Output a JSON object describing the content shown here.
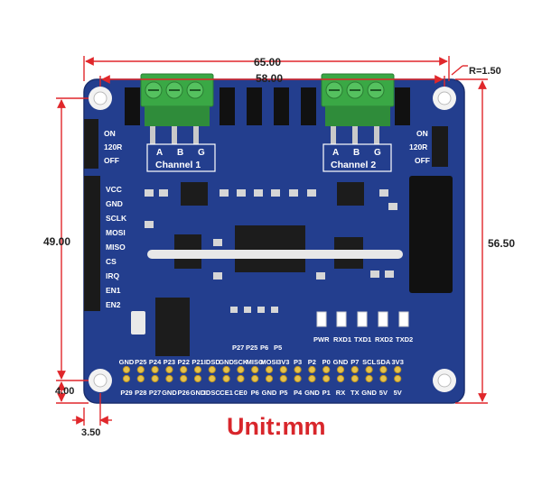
{
  "title": "Board dimension drawing",
  "colors": {
    "board": "#233e8e",
    "dimension_line": "#e0272b",
    "unit_text": "#d8262b",
    "terminal": "#3aa845",
    "silkscreen": "#ffffff"
  },
  "dimensions": {
    "overall_width": "65.00",
    "hole_spacing_x": "58.00",
    "corner_radius": "R=1.50",
    "hole_spacing_y": "49.00",
    "overall_height": "56.50",
    "hole_offset_y": "4.00",
    "hole_offset_x": "3.50"
  },
  "unit_label": "Unit:mm",
  "board": {
    "switch_left": {
      "on": "ON",
      "mid": "120R",
      "off": "OFF"
    },
    "switch_right": {
      "on": "ON",
      "mid": "120R",
      "off": "OFF"
    },
    "channel1": {
      "label": "Channel 1",
      "terminals": [
        "A",
        "B",
        "G"
      ]
    },
    "channel2": {
      "label": "Channel 2",
      "terminals": [
        "A",
        "B",
        "G"
      ]
    },
    "side_pins": [
      "VCC",
      "GND",
      "SCLK",
      "MOSI",
      "MISO",
      "CS",
      "IRQ",
      "EN1",
      "EN2"
    ],
    "middle_labels": [
      "P27",
      "P25",
      "P6",
      "P5"
    ],
    "leds": [
      "PWR",
      "RXD1",
      "TXD1",
      "RXD2",
      "TXD2"
    ],
    "header_top": [
      "GND",
      "P25",
      "P24",
      "P23",
      "P22",
      "P21",
      "IDSD",
      "GND",
      "SCK",
      "MISO",
      "MOSI",
      "3V3",
      "P3",
      "P2",
      "P0",
      "GND",
      "P7",
      "SCL",
      "SDA",
      "3V3"
    ],
    "header_bottom": [
      "P29",
      "P28",
      "P27",
      "GND",
      "P26",
      "GND",
      "IDSC",
      "CE1",
      "CE0",
      "P6",
      "GND",
      "P5",
      "P4",
      "GND",
      "P1",
      "RX",
      "TX",
      "GND",
      "5V",
      "5V"
    ]
  }
}
